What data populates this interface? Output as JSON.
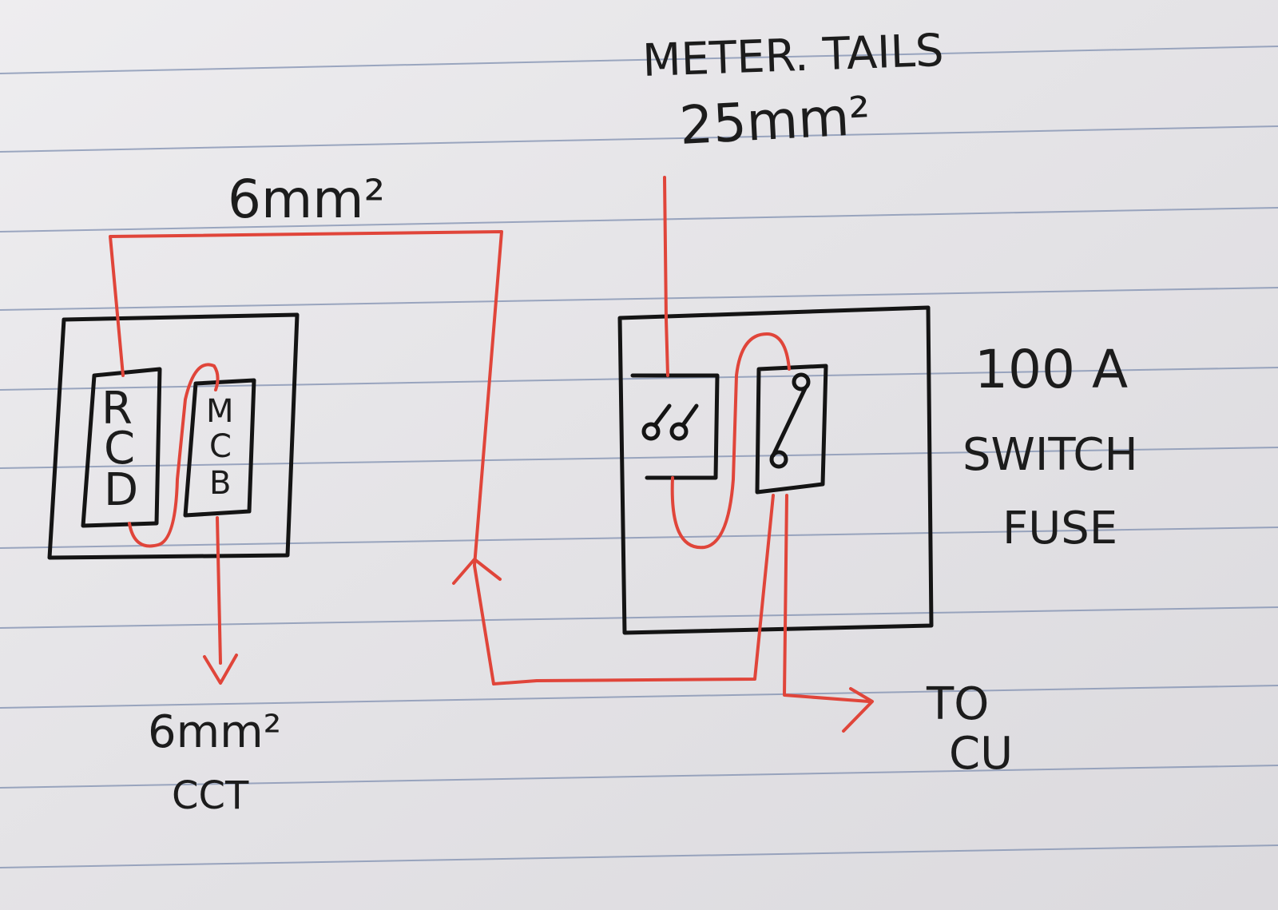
{
  "labels": {
    "meter_tails_line1": "METER. TAILS",
    "meter_tails_line2": "25mm²",
    "top_cable": "6mm²",
    "rcd_letters": [
      "R",
      "C",
      "D"
    ],
    "mcb_letters": [
      "M",
      "C",
      "B"
    ],
    "switch_fuse_line1": "100 A",
    "switch_fuse_line2": "SWITCH",
    "switch_fuse_line3": "FUSE",
    "circuit_line1": "6mm²",
    "circuit_line2": "CCT",
    "to_cu_line1": "TO",
    "to_cu_line2": "CU"
  },
  "colors": {
    "paper": "#e8e7ea",
    "ink": "#141414",
    "wire": "#e0453a",
    "rule": "#7f8fb0"
  }
}
